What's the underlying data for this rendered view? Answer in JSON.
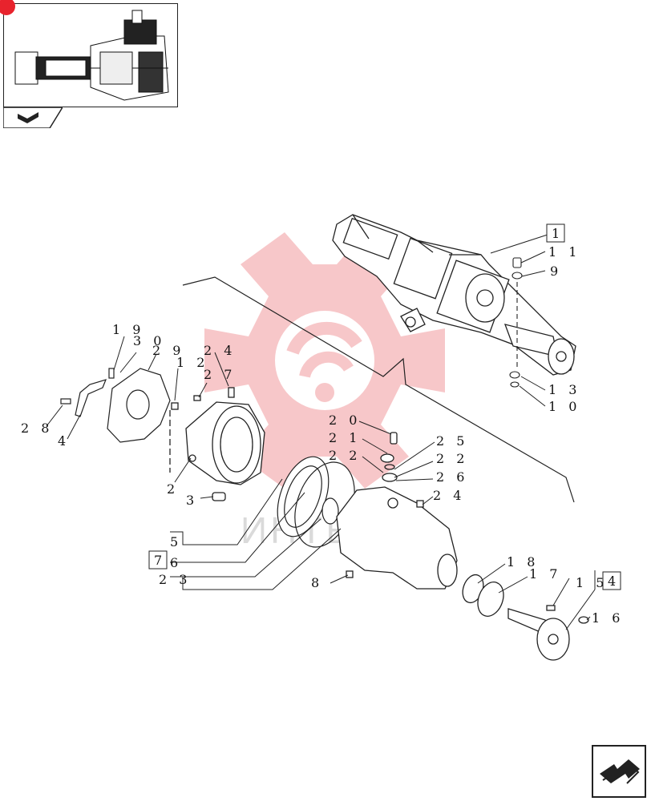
{
  "watermark": {
    "text": "ИНТЕХ",
    "color": "#e8232d"
  },
  "thumbnail": {
    "tab_icon": "book-icon"
  },
  "navigation": {
    "icon": "arrow-right-icon"
  },
  "callouts": [
    {
      "id": "c1",
      "text": "1",
      "boxed": true
    },
    {
      "id": "c11",
      "text": "1 1",
      "boxed": false
    },
    {
      "id": "c9",
      "text": "9",
      "boxed": false
    },
    {
      "id": "c13",
      "text": "1 3",
      "boxed": false
    },
    {
      "id": "c10",
      "text": "1 0",
      "boxed": false
    },
    {
      "id": "c19",
      "text": "1 9",
      "boxed": false
    },
    {
      "id": "c30",
      "text": "3 0",
      "boxed": false
    },
    {
      "id": "c29",
      "text": "2 9",
      "boxed": false
    },
    {
      "id": "c12",
      "text": "1 2",
      "boxed": false
    },
    {
      "id": "c24a",
      "text": "2 4",
      "boxed": false
    },
    {
      "id": "c27",
      "text": "2 7",
      "boxed": false
    },
    {
      "id": "c28",
      "text": "2 8",
      "boxed": false
    },
    {
      "id": "c4a",
      "text": "4",
      "boxed": false
    },
    {
      "id": "c2",
      "text": "2",
      "boxed": false
    },
    {
      "id": "c3",
      "text": "3",
      "boxed": false
    },
    {
      "id": "c20",
      "text": "2 0",
      "boxed": false
    },
    {
      "id": "c21",
      "text": "2 1",
      "boxed": false
    },
    {
      "id": "c22a",
      "text": "2 2",
      "boxed": false
    },
    {
      "id": "c25",
      "text": "2 5",
      "boxed": false
    },
    {
      "id": "c22b",
      "text": "2 2",
      "boxed": false
    },
    {
      "id": "c26",
      "text": "2 6",
      "boxed": false
    },
    {
      "id": "c24b",
      "text": "2 4",
      "boxed": false
    },
    {
      "id": "c5",
      "text": "5",
      "boxed": false
    },
    {
      "id": "c7",
      "text": "7",
      "boxed": true
    },
    {
      "id": "c6",
      "text": "6",
      "boxed": false
    },
    {
      "id": "c23",
      "text": "2 3",
      "boxed": false
    },
    {
      "id": "c8",
      "text": "8",
      "boxed": false
    },
    {
      "id": "c18",
      "text": "1 8",
      "boxed": false
    },
    {
      "id": "c17",
      "text": "1 7",
      "boxed": false
    },
    {
      "id": "c15",
      "text": "1 5",
      "boxed": false
    },
    {
      "id": "c4b",
      "text": "4",
      "boxed": true
    },
    {
      "id": "c16",
      "text": "1 6",
      "boxed": false
    }
  ]
}
